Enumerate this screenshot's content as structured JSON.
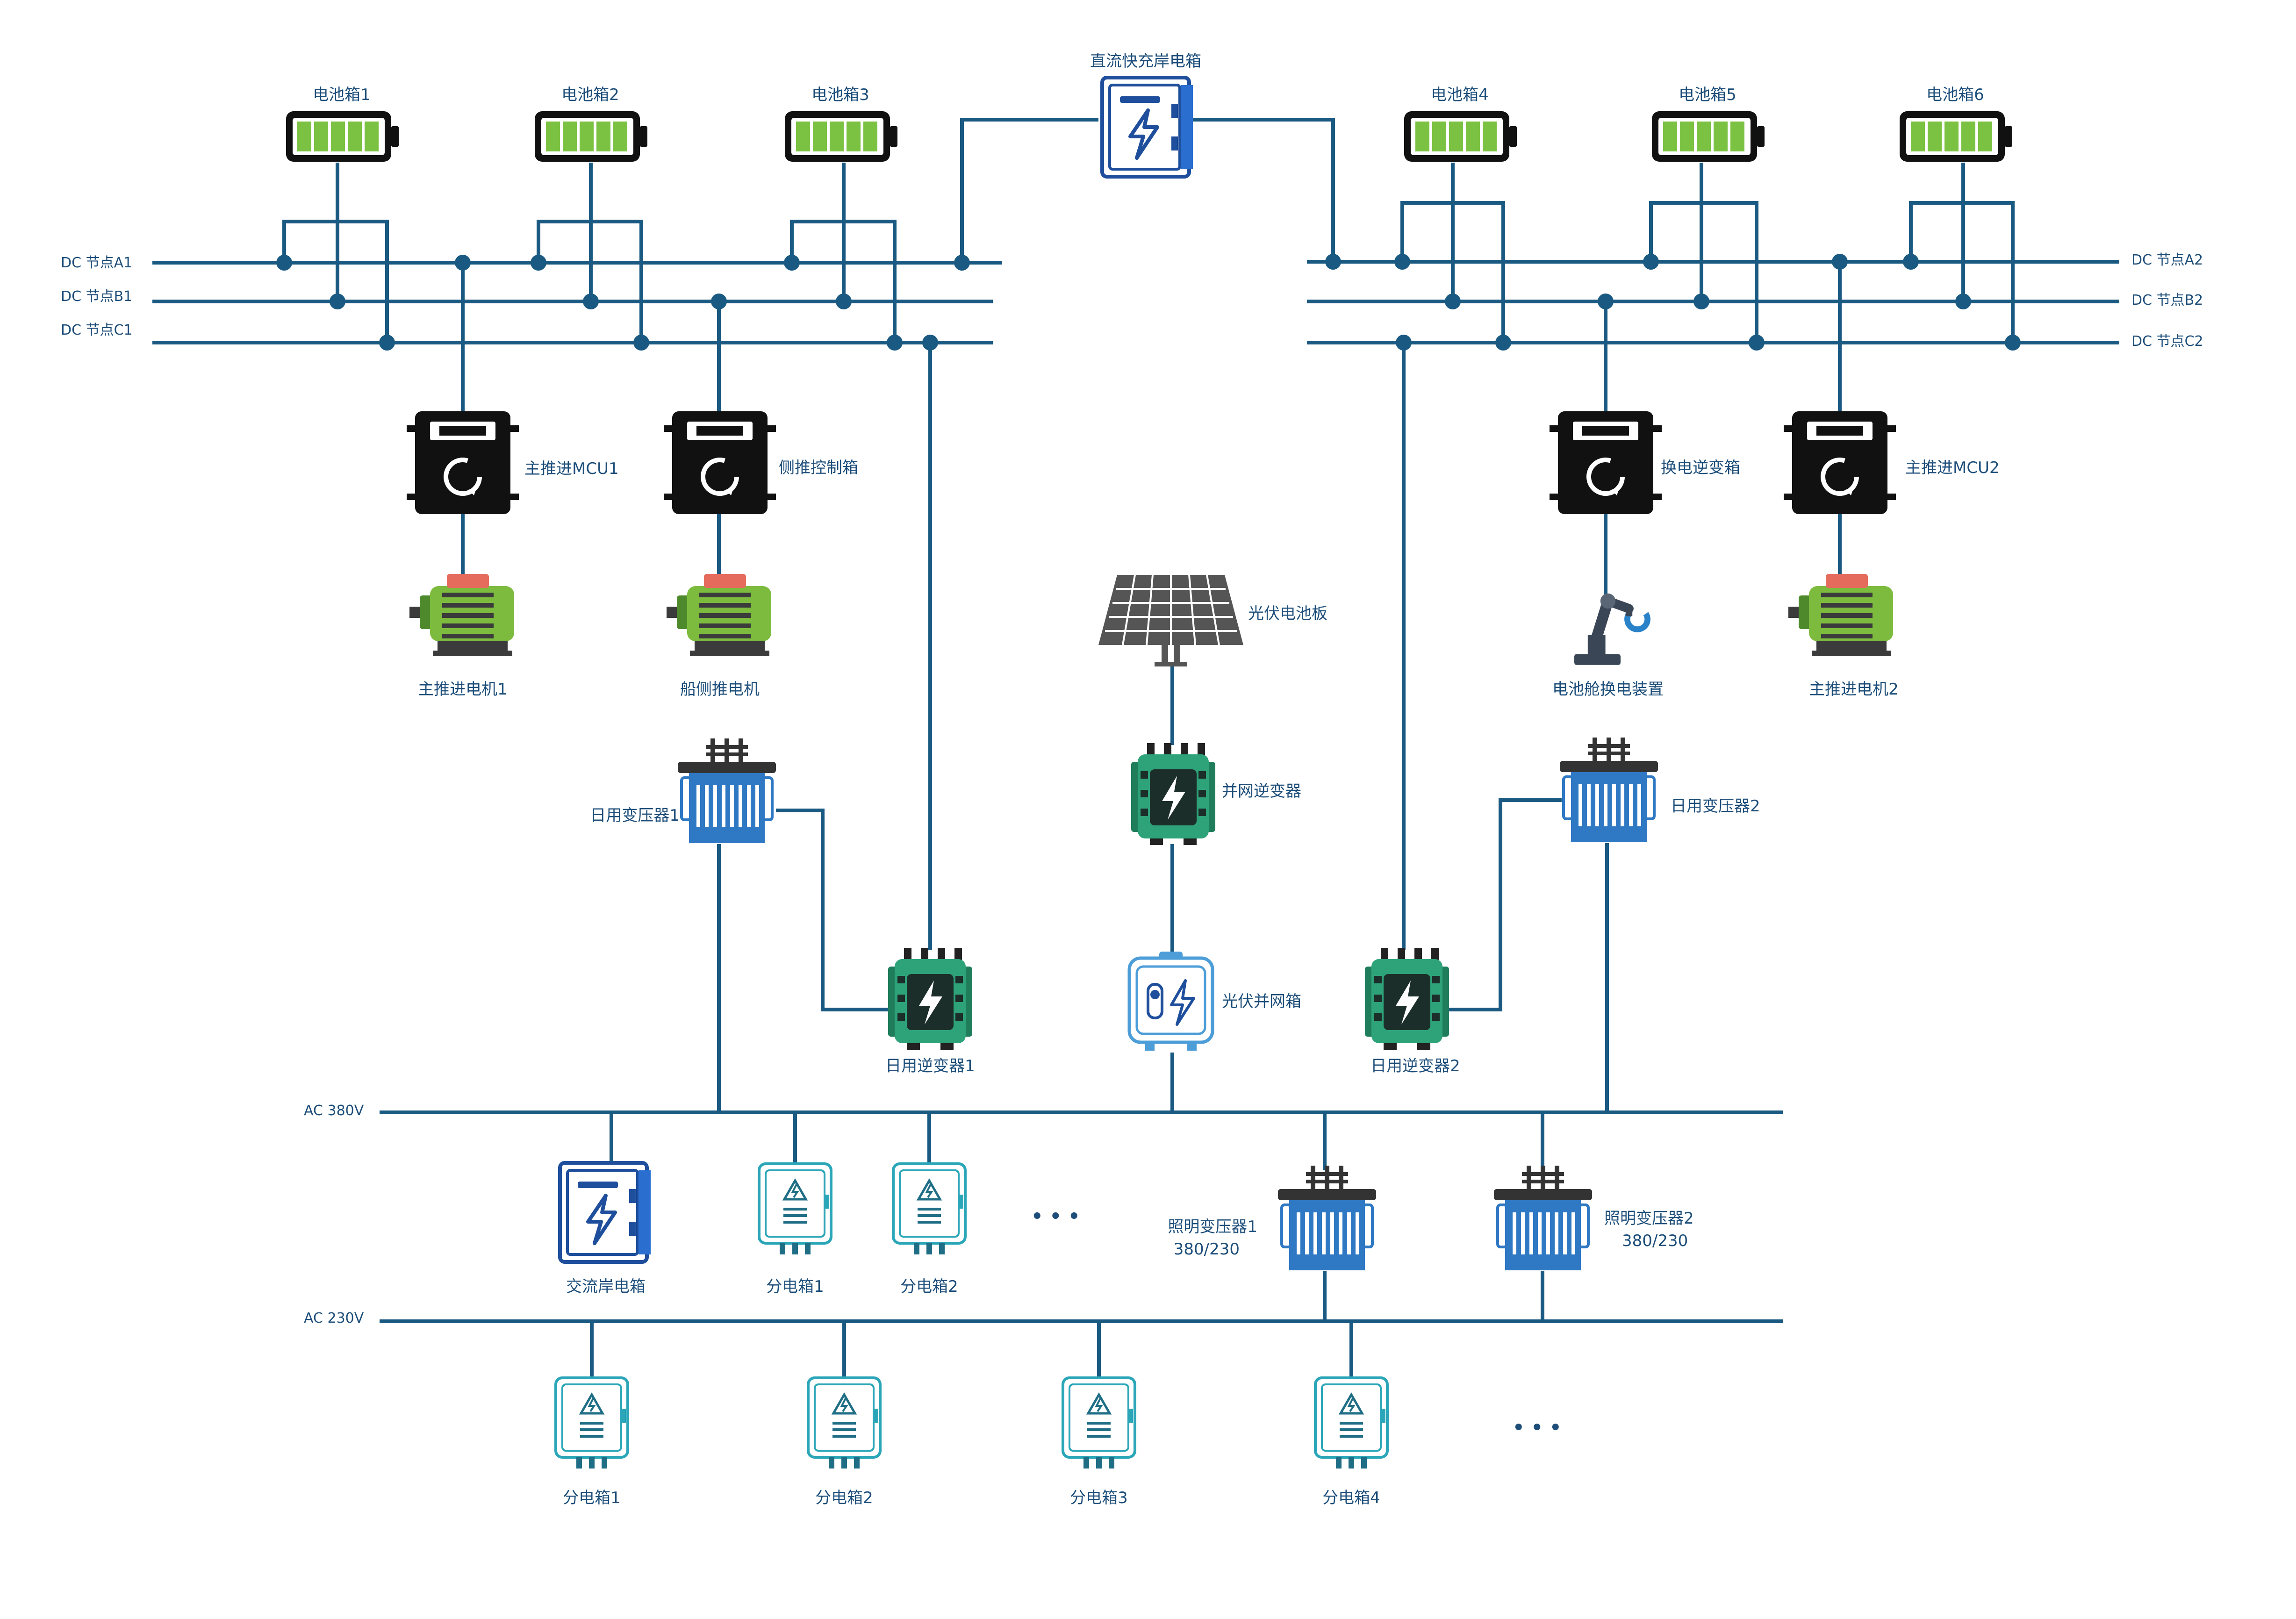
{
  "colors": {
    "wire": "#1a5a82",
    "battery_fill": "#7cc242",
    "controller": "#111111",
    "motor_green": "#7dbb3e",
    "inverter_green": "#2ea37a",
    "transformer_blue": "#2f78c4",
    "shore_box_blue": "#1f4f9c",
    "dist_box_teal": "#2aa6b8"
  },
  "dc_buses": {
    "left": [
      "DC 节点A1",
      "DC 节点B1",
      "DC 节点C1"
    ],
    "right": [
      "DC 节点A2",
      "DC 节点B2",
      "DC 节点C2"
    ]
  },
  "ac_buses": {
    "ac380": "AC 380V",
    "ac230": "AC 230V"
  },
  "batteries": [
    "电池箱1",
    "电池箱2",
    "电池箱3",
    "电池箱4",
    "电池箱5",
    "电池箱6"
  ],
  "dc_shore_box": "直流快充岸电箱",
  "controllers": [
    "主推进MCU1",
    "侧推控制箱",
    "换电逆变箱",
    "主推进MCU2"
  ],
  "loads": [
    "主推进电机1",
    "船侧推电机",
    "电池舱换电装置",
    "主推进电机2"
  ],
  "solar": {
    "panel": "光伏电池板",
    "inverter": "并网逆变器",
    "grid_box": "光伏并网箱"
  },
  "daily_transformers": [
    "日用变压器1",
    "日用变压器2"
  ],
  "daily_inverters": [
    "日用逆变器1",
    "日用逆变器2"
  ],
  "ac380_loads": [
    "交流岸电箱",
    "分电箱1",
    "分电箱2"
  ],
  "lighting_transformers": [
    {
      "name": "照明变压器1",
      "ratio": "380/230"
    },
    {
      "name": "照明变压器2",
      "ratio": "380/230"
    }
  ],
  "ac230_loads": [
    "分电箱1",
    "分电箱2",
    "分电箱3",
    "分电箱4"
  ],
  "ellipsis": "• • •"
}
